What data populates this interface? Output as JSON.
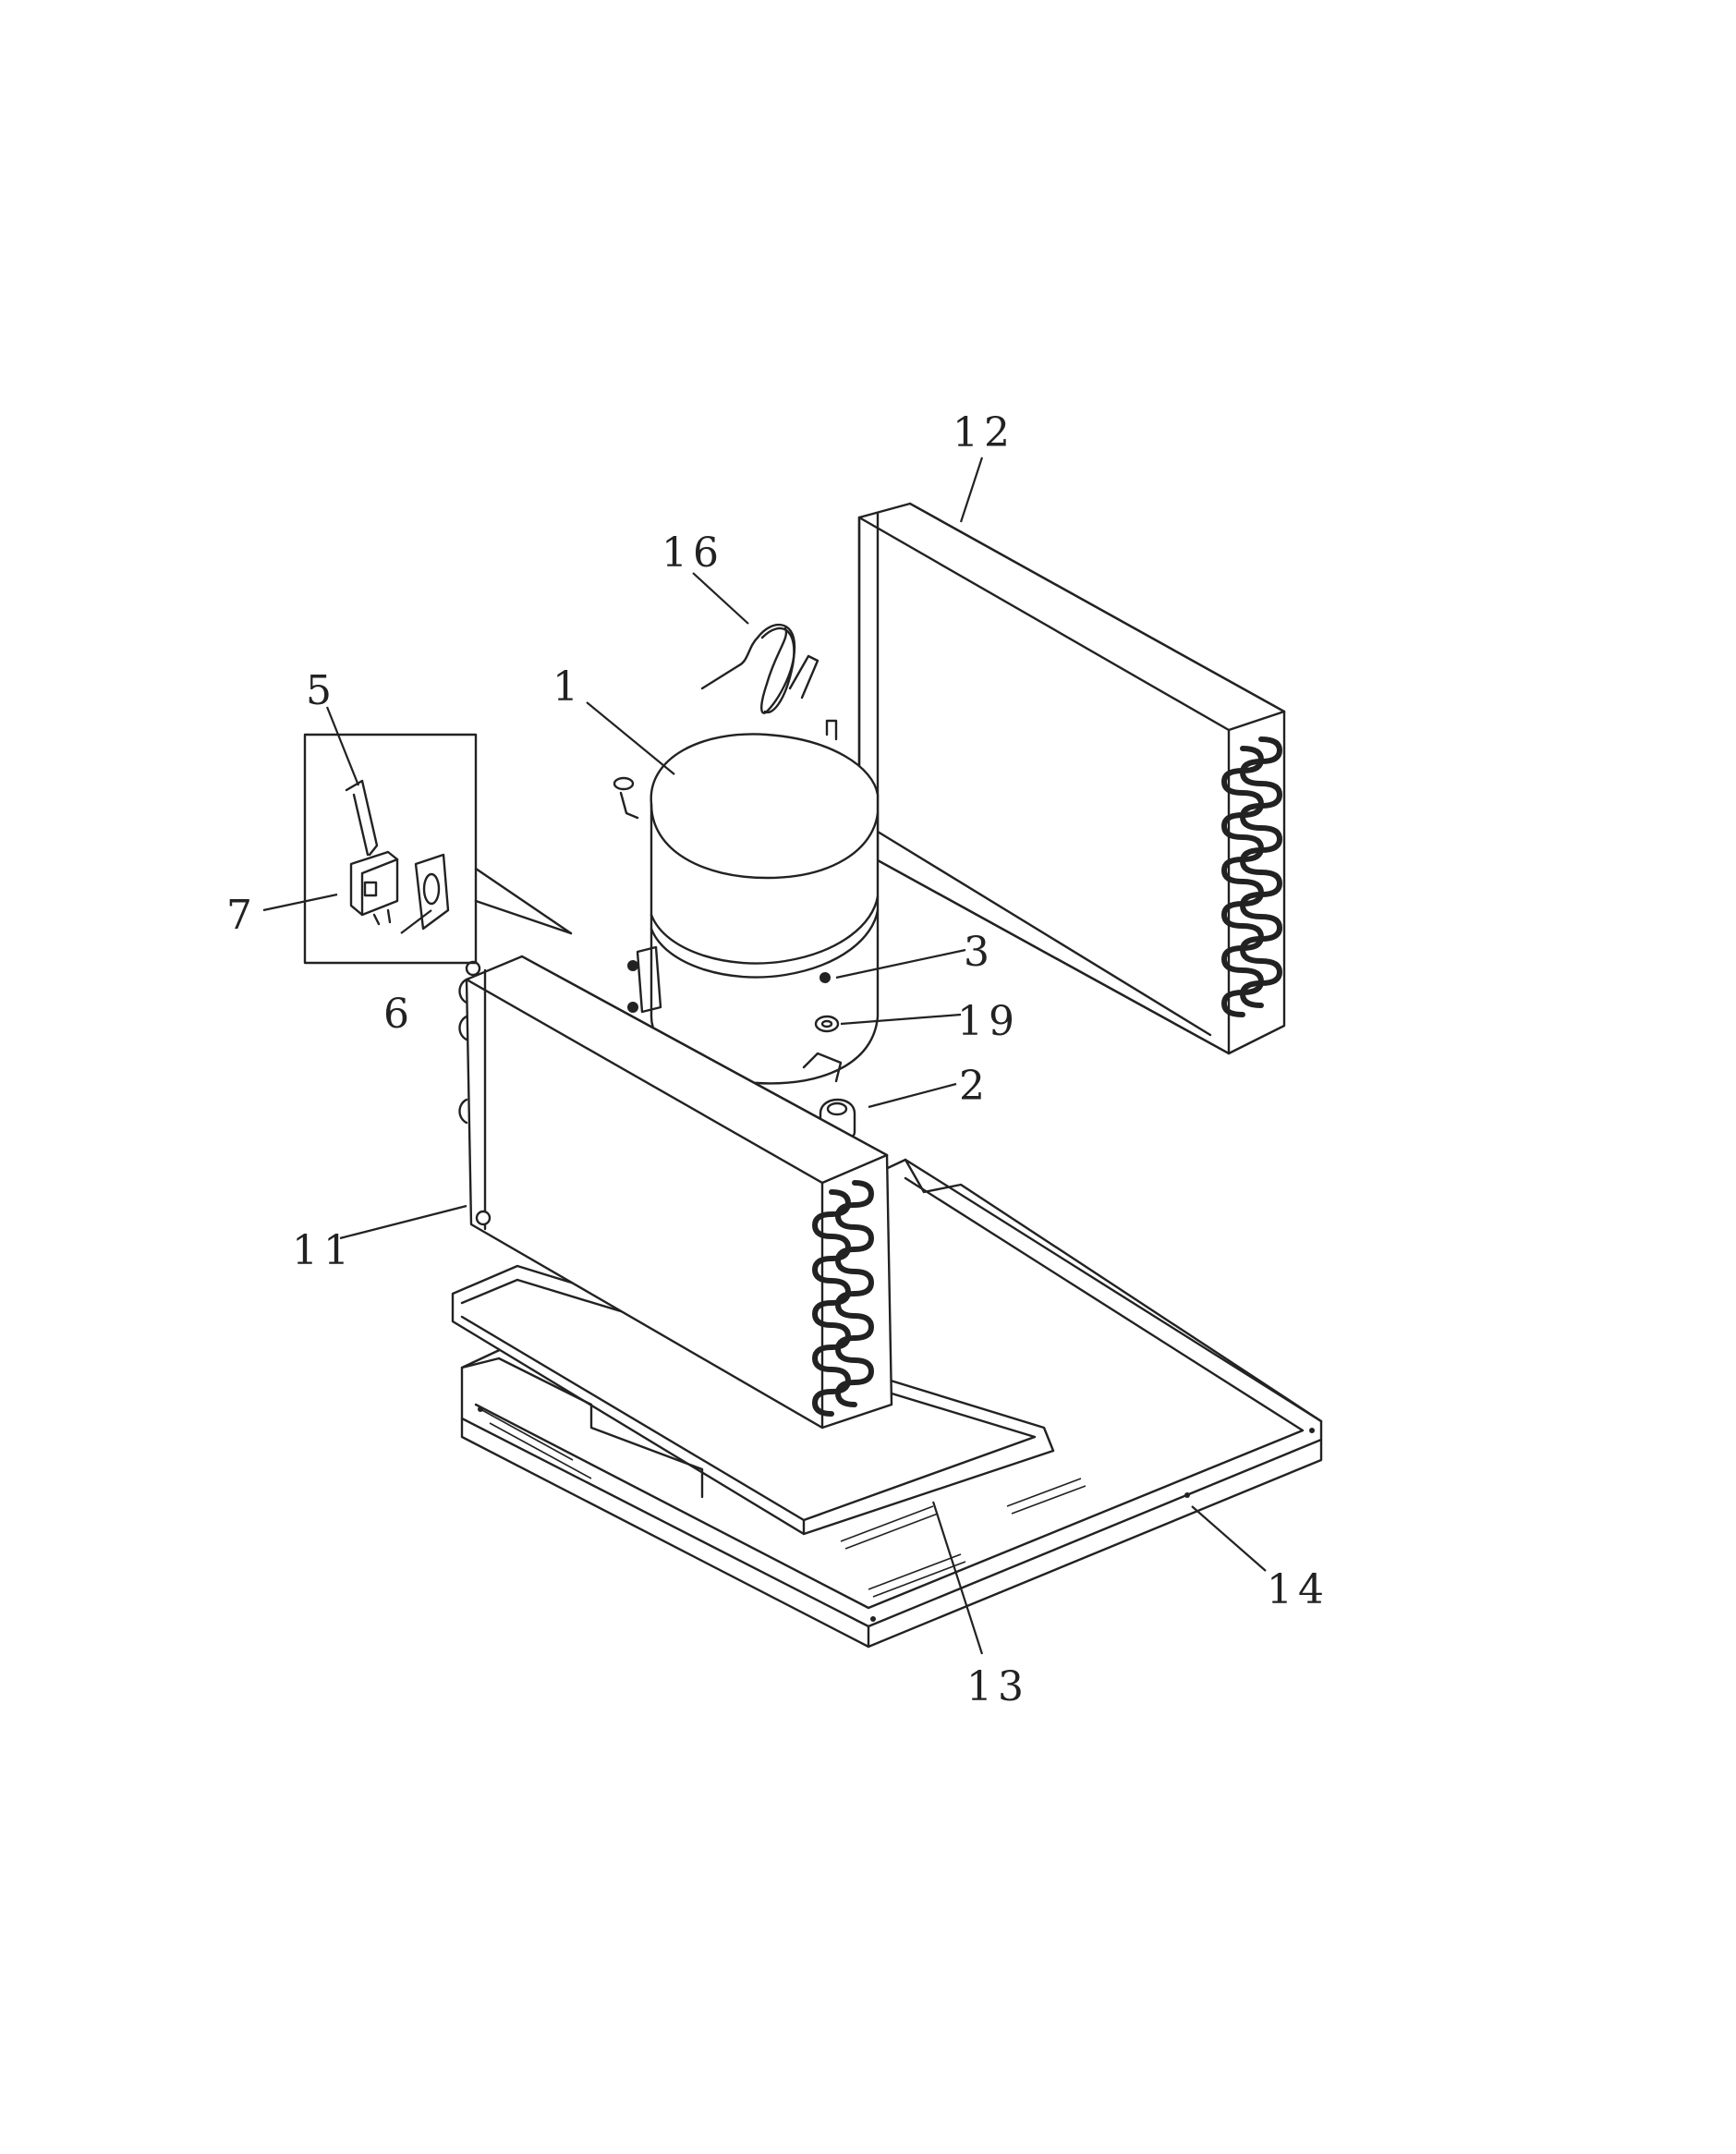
{
  "diagram": {
    "callouts": [
      {
        "id": "1",
        "label": "1"
      },
      {
        "id": "2",
        "label": "2"
      },
      {
        "id": "3",
        "label": "3"
      },
      {
        "id": "5",
        "label": "5"
      },
      {
        "id": "6",
        "label": "6"
      },
      {
        "id": "7",
        "label": "7"
      },
      {
        "id": "11",
        "label": "11"
      },
      {
        "id": "12",
        "label": "12"
      },
      {
        "id": "13",
        "label": "13"
      },
      {
        "id": "14",
        "label": "14"
      },
      {
        "id": "16",
        "label": "16"
      },
      {
        "id": "19",
        "label": "19"
      }
    ]
  }
}
